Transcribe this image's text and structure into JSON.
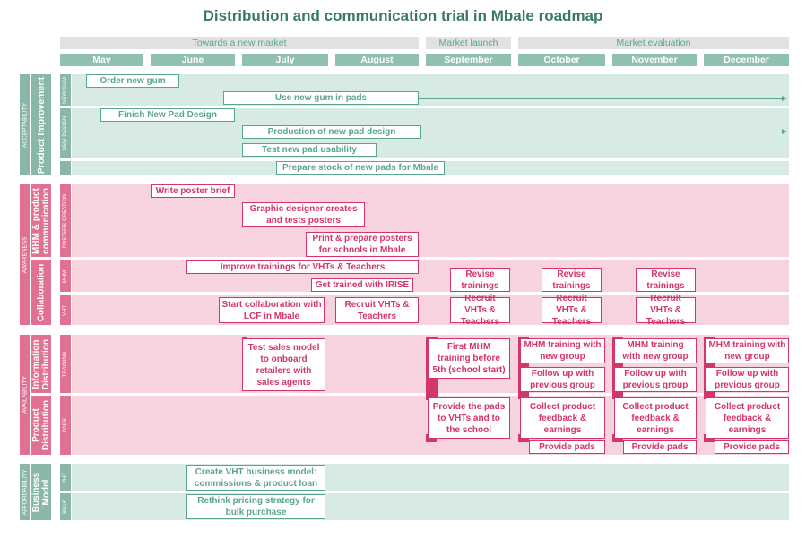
{
  "title": "Distribution and communication trial in Mbale roadmap",
  "phases": [
    "Towards a new market",
    "Market launch",
    "Market evaluation"
  ],
  "months": [
    "May",
    "June",
    "July",
    "August",
    "September",
    "October",
    "November",
    "December"
  ],
  "sections": {
    "acceptability": "ACCEPTABILITY",
    "awareness": "AWARENESS",
    "availability": "AVAILABILITY",
    "affordability": "AFFORDABILITY"
  },
  "groups": {
    "product_improvement": "Product Improvement",
    "mhm_communication": "MHM & product communication",
    "collaboration": "Collaboration",
    "information_distribution": "Information Distribution",
    "product_distribution": "Product Distribution",
    "business_model": "Business Model"
  },
  "rows": {
    "new_gum": "NEW GUM",
    "new_design": "NEW DESIGN",
    "posters_creation": "POSTERS CREATION",
    "mhm": "MHM",
    "vht": "VHT",
    "training": "TRAINING",
    "pads": "PADS",
    "vht2": "VHT",
    "bulk": "BULK"
  },
  "tasks": {
    "order_gum": "Order new gum",
    "use_gum": "Use new gum in pads",
    "finish_design": "Finish New Pad Design",
    "production_design": "Production of new pad design",
    "test_usability": "Test new pad usability",
    "prepare_stock": "Prepare stock of new pads for Mbale",
    "poster_brief": "Write poster brief",
    "graphic_designer": "Graphic designer creates and tests posters",
    "print_posters": "Print & prepare posters for schools in Mbale",
    "improve_trainings": "Improve trainings for VHTs & Teachers",
    "get_trained": "Get trained with IRISE",
    "revise_sep": "Revise trainings",
    "revise_oct": "Revise trainings",
    "revise_nov": "Revise trainings",
    "start_collab": "Start collaboration with LCF in Mbale",
    "recruit_aug": "Recruit VHTs & Teachers",
    "recruit_sep": "Recruit VHTs & Teachers",
    "recruit_oct": "Recruit VHTs & Teachers",
    "recruit_nov": "Recruit VHTs & Teachers",
    "test_sales": "Test sales model to onboard retailers with sales agents",
    "first_mhm": "First MHM training before 5th (school start)",
    "mhm_oct": "MHM training with new group",
    "mhm_nov": "MHM training with new group",
    "mhm_dec": "MHM training with new group",
    "follow_oct": "Follow up with previous group",
    "follow_nov": "Follow up with previous group",
    "follow_dec": "Follow up with previous group",
    "provide_sep": "Provide the pads to VHTs and to the school",
    "collect_oct": "Collect product feedback & earnings",
    "collect_nov": "Collect product feedback & earnings",
    "collect_dec": "Collect product feedback & earnings",
    "provide_oct": "Provide pads",
    "provide_nov": "Provide pads",
    "provide_dec": "Provide pads",
    "vht_business": "Create VHT business model: commissions & product loan",
    "pricing": "Rethink pricing strategy for bulk purchase"
  },
  "colors": {
    "green": "#5aa68a",
    "pink": "#d4356a",
    "green_band": "#d8ebe3",
    "pink_band": "#f7d3dd"
  }
}
